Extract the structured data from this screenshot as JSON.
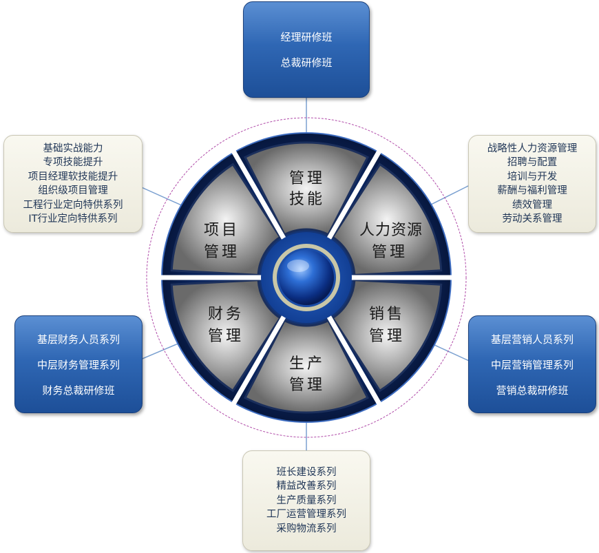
{
  "segments": {
    "top": [
      "管理",
      "技能"
    ],
    "upper_right": [
      "人力资源",
      "管理"
    ],
    "lower_right": [
      "销售",
      "管理"
    ],
    "bottom": [
      "生产",
      "管理"
    ],
    "lower_left": [
      "财务",
      "管理"
    ],
    "upper_left": [
      "项目",
      "管理"
    ]
  },
  "boxes": {
    "top": [
      "经理研修班",
      "总裁研修班"
    ],
    "upper_right": [
      "战略性人力资源管理",
      "招聘与配置",
      "培训与开发",
      "薪酬与福利管理",
      "绩效管理",
      "劳动关系管理"
    ],
    "lower_right": [
      "基层营销人员系列",
      "中层营销管理系列",
      "营销总裁研修班"
    ],
    "bottom": [
      "班长建设系列",
      "精益改善系列",
      "生产质量系列",
      "工厂运营管理系列",
      "采购物流系列"
    ],
    "lower_left": [
      "基层财务人员系列",
      "中层财务管理系列",
      "财务总裁研修班"
    ],
    "upper_left": [
      "基础实战能力",
      "专项技能提升",
      "项目经理软技能提升",
      "组织级项目管理",
      "工程行业定向特供系列",
      "IT行业定向特供系列"
    ]
  },
  "colors": {
    "segment_fill": "#8a8a8a",
    "ring_dark": "#0b2a6a",
    "blue_box": "#2f67b4",
    "beige_box": "#f3f1e6",
    "connector": "#7aa0d0",
    "dashed_circle": "#b04aa8"
  }
}
